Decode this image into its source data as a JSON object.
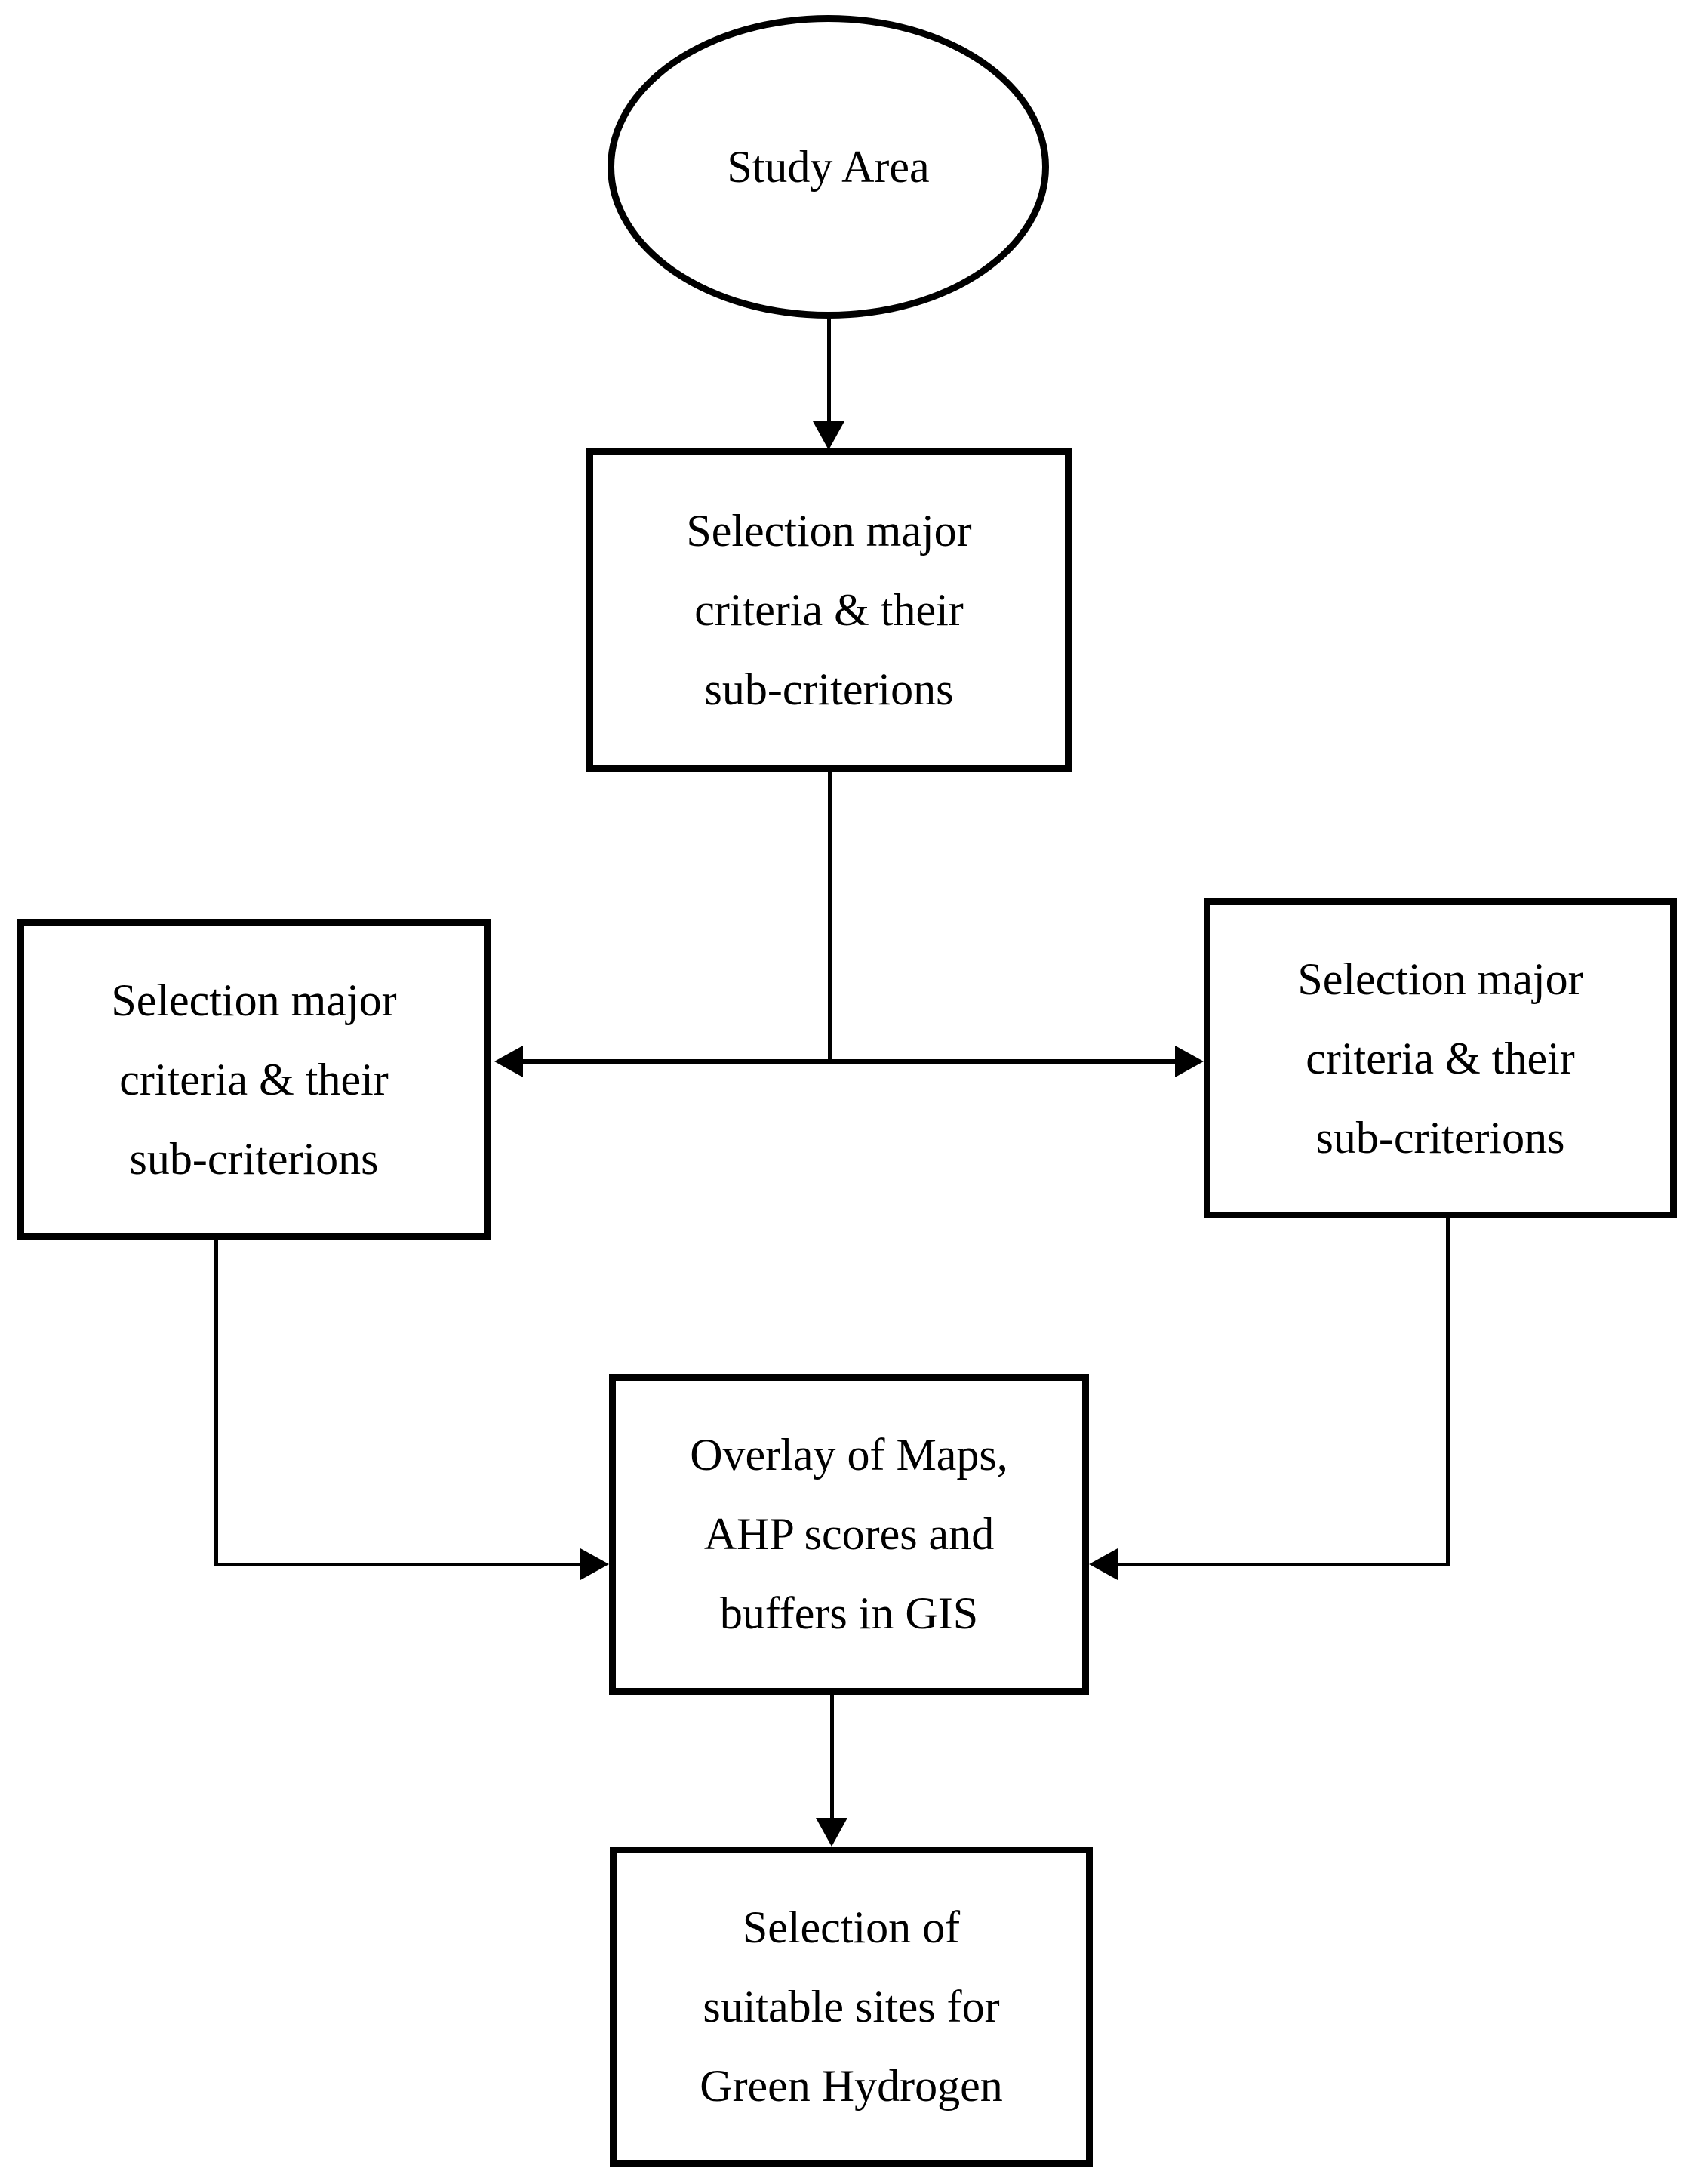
{
  "colors": {
    "background": "#ffffff",
    "line": "#000000",
    "text": "#000000"
  },
  "nodes": {
    "study_area": {
      "shape": "ellipse",
      "label": "Study Area"
    },
    "criteria_top": {
      "shape": "rectangle",
      "lines": [
        "Selection major",
        "criteria & their",
        "sub-criterions"
      ]
    },
    "criteria_left": {
      "shape": "rectangle",
      "lines": [
        "Selection major",
        "criteria & their",
        "sub-criterions"
      ]
    },
    "criteria_right": {
      "shape": "rectangle",
      "lines": [
        "Selection major",
        "criteria & their",
        "sub-criterions"
      ]
    },
    "overlay_gis": {
      "shape": "rectangle",
      "lines": [
        "Overlay of Maps,",
        "AHP scores and",
        "buffers in GIS"
      ]
    },
    "site_selection": {
      "shape": "rectangle",
      "lines": [
        "Selection of",
        "suitable sites for",
        "Green Hydrogen"
      ]
    }
  },
  "edges": [
    {
      "from": "study_area",
      "to": "criteria_top",
      "style": "straight-arrow-down"
    },
    {
      "from": "criteria_top",
      "to": "criteria_left",
      "style": "tee-arrow-left"
    },
    {
      "from": "criteria_top",
      "to": "criteria_right",
      "style": "tee-arrow-right"
    },
    {
      "from": "criteria_left",
      "to": "overlay_gis",
      "style": "elbow-arrow-right"
    },
    {
      "from": "criteria_right",
      "to": "overlay_gis",
      "style": "elbow-arrow-left"
    },
    {
      "from": "overlay_gis",
      "to": "site_selection",
      "style": "straight-arrow-down"
    }
  ]
}
